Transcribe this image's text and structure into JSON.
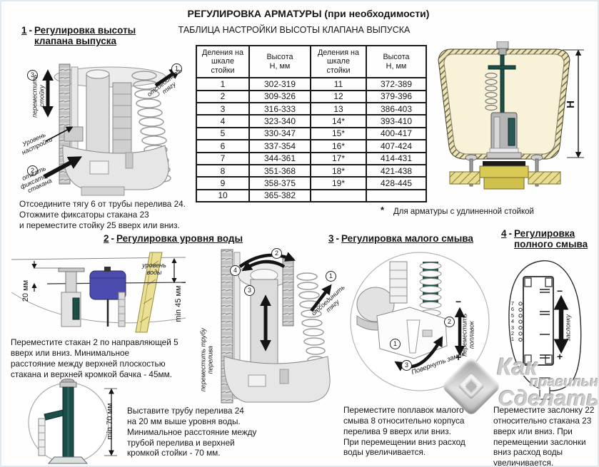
{
  "page": {
    "title": "РЕГУЛИРОВКА АРМАТУРЫ (при необходимости)",
    "subtitle": "ТАБЛИЦА НАСТРОЙКИ ВЫСОТЫ КЛАПАНА ВЫПУСКА"
  },
  "nums": {
    "n1": "1",
    "n2": "2",
    "n3": "3",
    "n4": "4"
  },
  "table": {
    "headers": [
      "Деления на\nшкале\nстойки",
      "Высота\nН, мм",
      "Деления на\nшкале\nстойки",
      "Высота\nН, мм"
    ],
    "rows": [
      [
        "1",
        "302-319",
        "11",
        "372-389"
      ],
      [
        "2",
        "309-326",
        "12",
        "379-396"
      ],
      [
        "3",
        "316-333",
        "13",
        "386-403"
      ],
      [
        "4",
        "323-340",
        "14*",
        "393-410"
      ],
      [
        "5",
        "330-347",
        "15*",
        "400-417"
      ],
      [
        "6",
        "337-354",
        "16*",
        "407-424"
      ],
      [
        "7",
        "344-361",
        "17*",
        "414-431"
      ],
      [
        "8",
        "351-368",
        "18*",
        "421-438"
      ],
      [
        "9",
        "358-375",
        "19*",
        "428-445"
      ],
      [
        "10",
        "365-382",
        "",
        ""
      ]
    ],
    "footnote_star": "*",
    "footnote": "Для арматуры с удлиненной стойкой"
  },
  "tank": {
    "h_label": "Н"
  },
  "s1": {
    "num": "1",
    "sep": "-",
    "title": "Регулировка высоты\nклапана выпуска",
    "labels": {
      "move_stand": "переместить стойку",
      "detach": "отсоединить\nтягу",
      "level": "Уровень\nнастройки",
      "release": "отжать\nфиксаторы\nстакана"
    },
    "text": "Отсоедините тягу 6 от трубы перелива 24.\nОтожмите фиксаторы стакана 23\nи переместите стойку 25 вверх или вниз."
  },
  "s2": {
    "num": "2",
    "sep": "-",
    "title": "Регулировка уровня воды",
    "labels": {
      "dim20": "20 мм",
      "water": "уровень\nводы",
      "min45": "min 45 мм",
      "move_pipe": "переместить трубу перелива",
      "detach": "отсоединить\nтягу",
      "min70": "min 70 мм"
    },
    "text1": "Переместите стакан 2 по направляющей 5\nвверх или вниз. Минимальное\nрасстояние между верхней плоскостью\nстакана и верхней кромкой бачка - 45мм.",
    "text2": "Выставите трубу перелива 24\nна 20 мм выше уровня воды.\nМинимальное расстояние между\nтрубой перелива и верхней\nкромкой стойки - 70 мм."
  },
  "s3": {
    "num": "3",
    "sep": "-",
    "title": "Регулировка малого смыва",
    "labels": {
      "turn": "Повернуть замок",
      "move_float": "переместить поплавок",
      "minus": "−",
      "plus": "+"
    },
    "text": "Переместите поплавок малого\nсмыва 8 относительно корпуса\nперелива 9 вверх или вниз.\nПри перемещении вниз расход\nводы увеличивается."
  },
  "s4": {
    "num": "4",
    "sep": "-",
    "title": "Регулировка\nполного смыва",
    "labels": {
      "move_flap": "переместить заслонку",
      "minus": "−",
      "plus": "+",
      "scale": "7\n6\n5\n4\n3\n2\n1"
    },
    "text": "Переместите заслонку 22\nотносительно стакана 23\nвверх или вниз. При\nперемещении заслонки\nвниз расход воды\nувеличивается."
  },
  "watermark": {
    "w1": "Как",
    "w2": "правильно",
    "w3": "Сделать"
  }
}
